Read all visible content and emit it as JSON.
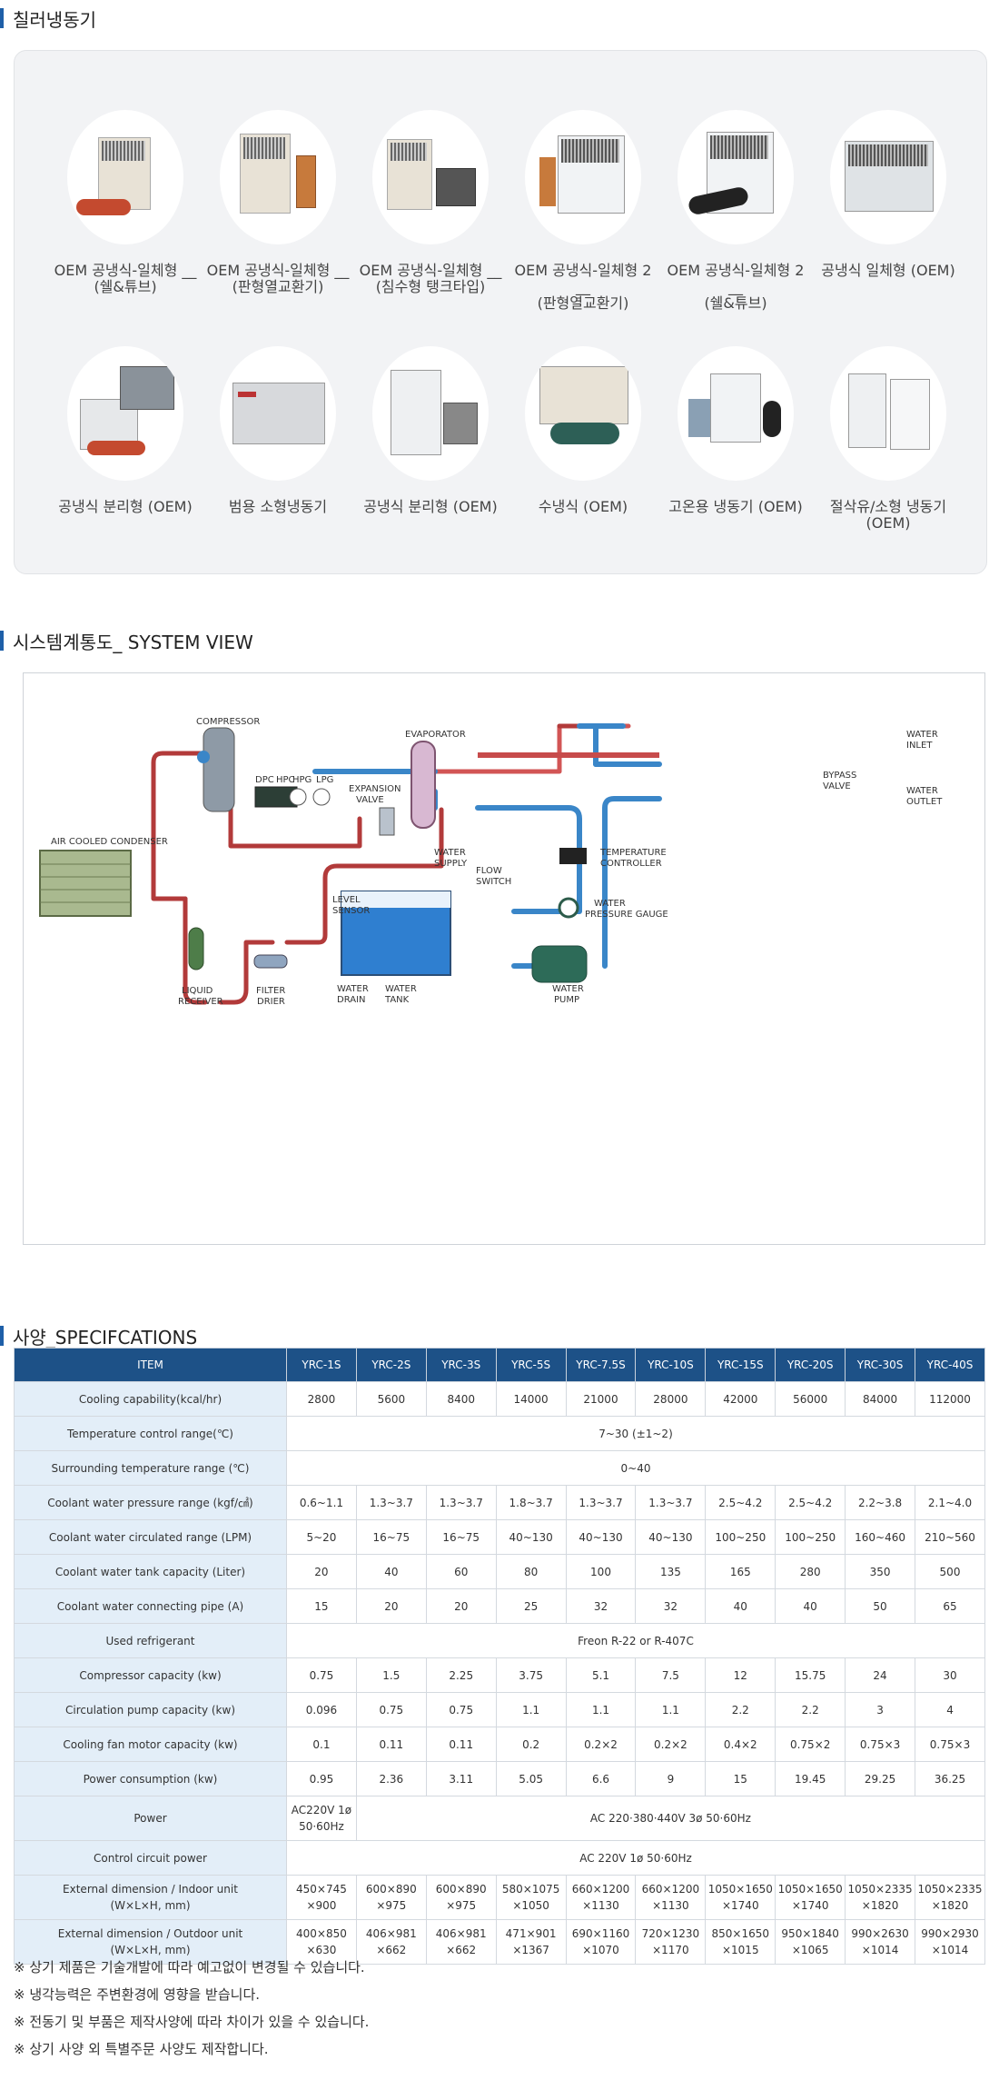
{
  "sections": {
    "chiller": "칠러냉동기",
    "system": "시스템계통도_ SYSTEM VIEW",
    "spec": "사양_SPECIFCATIONS"
  },
  "products": [
    {
      "name": "OEM 공냉식-일체형 __\n(쉘&튜브)",
      "icon": "chiller-shell-tube"
    },
    {
      "name": "OEM 공냉식-일체형 __\n(판형열교환기)",
      "icon": "chiller-plate-hx"
    },
    {
      "name": "OEM 공냉식-일체형 __\n(침수형 탱크타입)",
      "icon": "chiller-immersion-tank"
    },
    {
      "name": "OEM 공냉식-일체형 2 __\n(판형열교환기)",
      "icon": "chiller-plate-hx-2"
    },
    {
      "name": "OEM 공냉식-일체형 2 __\n(쉘&튜브)",
      "icon": "chiller-shell-tube-2"
    },
    {
      "name": "공냉식 일체형 (OEM)",
      "icon": "chiller-air-integrated"
    },
    {
      "name": "공냉식 분리형 (OEM)",
      "icon": "chiller-split"
    },
    {
      "name": "범용 소형냉동기",
      "icon": "chiller-small"
    },
    {
      "name": "공냉식 분리형 (OEM)",
      "icon": "chiller-split-2"
    },
    {
      "name": "수냉식 (OEM)",
      "icon": "chiller-water-cooled"
    },
    {
      "name": "고온용 냉동기 (OEM)",
      "icon": "chiller-high-temp"
    },
    {
      "name": "절삭유/소형 냉동기\n(OEM)",
      "icon": "chiller-cutting-oil"
    }
  ],
  "diagram": {
    "labels": {
      "compressor": "COMPRESSOR",
      "evaporator": "EVAPORATOR",
      "water_inlet_1": "WATER",
      "water_inlet_2": "INLET",
      "water_outlet_1": "WATER",
      "water_outlet_2": "OUTLET",
      "bypass_1": "BYPASS",
      "bypass_2": "VALVE",
      "dpc": "DPC",
      "hpc": "HPC",
      "hpg": "HPG",
      "lpg": "LPG",
      "exp_1": "EXPANSION",
      "exp_2": "VALVE",
      "condenser": "AIR COOLED CONDENSER",
      "temp_ctrl_1": "TEMPERATURE",
      "temp_ctrl_2": "CONTROLLER",
      "water_supply_1": "WATER",
      "water_supply_2": "SUPPLY",
      "flow_1": "FLOW",
      "flow_2": "SWITCH",
      "level_1": "LEVEL",
      "level_2": "SENSOR",
      "gauge_1": "WATER",
      "gauge_2": "PRESSURE GAUGE",
      "liquid_1": "LIQUID",
      "liquid_2": "RECEIVER",
      "filter_1": "FILTER",
      "filter_2": "DRIER",
      "drain_1": "WATER",
      "drain_2": "DRAIN",
      "tank_1": "WATER",
      "tank_2": "TANK",
      "pump_1": "WATER",
      "pump_2": "PUMP"
    }
  },
  "spec": {
    "header_item": "ITEM",
    "models": [
      "YRC-1S",
      "YRC-2S",
      "YRC-3S",
      "YRC-5S",
      "YRC-7.5S",
      "YRC-10S",
      "YRC-15S",
      "YRC-20S",
      "YRC-30S",
      "YRC-40S"
    ],
    "rows": [
      {
        "label": "Cooling capability(kcal/hr)",
        "cells": [
          {
            "v": "2800"
          },
          {
            "v": "5600"
          },
          {
            "v": "8400"
          },
          {
            "v": "14000"
          },
          {
            "v": "21000"
          },
          {
            "v": "28000"
          },
          {
            "v": "42000"
          },
          {
            "v": "56000"
          },
          {
            "v": "84000"
          },
          {
            "v": "112000"
          }
        ]
      },
      {
        "label": "Temperature control range(℃)",
        "cells": [
          {
            "v": "7~30 (±1~2)",
            "span": 10
          }
        ]
      },
      {
        "label": "Surrounding temperature range (℃)",
        "cells": [
          {
            "v": "0~40",
            "span": 10
          }
        ]
      },
      {
        "label": "Coolant water pressure range (kgf/㎠)",
        "cells": [
          {
            "v": "0.6~1.1"
          },
          {
            "v": "1.3~3.7"
          },
          {
            "v": "1.3~3.7"
          },
          {
            "v": "1.8~3.7"
          },
          {
            "v": "1.3~3.7"
          },
          {
            "v": "1.3~3.7"
          },
          {
            "v": "2.5~4.2"
          },
          {
            "v": "2.5~4.2"
          },
          {
            "v": "2.2~3.8"
          },
          {
            "v": "2.1~4.0"
          }
        ]
      },
      {
        "label": "Coolant water circulated range (LPM)",
        "cells": [
          {
            "v": "5~20"
          },
          {
            "v": "16~75"
          },
          {
            "v": "16~75"
          },
          {
            "v": "40~130"
          },
          {
            "v": "40~130"
          },
          {
            "v": "40~130"
          },
          {
            "v": "100~250"
          },
          {
            "v": "100~250"
          },
          {
            "v": "160~460"
          },
          {
            "v": "210~560"
          }
        ]
      },
      {
        "label": "Coolant water tank capacity (Liter)",
        "cells": [
          {
            "v": "20"
          },
          {
            "v": "40"
          },
          {
            "v": "60"
          },
          {
            "v": "80"
          },
          {
            "v": "100"
          },
          {
            "v": "135"
          },
          {
            "v": "165"
          },
          {
            "v": "280"
          },
          {
            "v": "350"
          },
          {
            "v": "500"
          }
        ]
      },
      {
        "label": "Coolant water connecting pipe (A)",
        "cells": [
          {
            "v": "15"
          },
          {
            "v": "20"
          },
          {
            "v": "20"
          },
          {
            "v": "25"
          },
          {
            "v": "32"
          },
          {
            "v": "32"
          },
          {
            "v": "40"
          },
          {
            "v": "40"
          },
          {
            "v": "50"
          },
          {
            "v": "65"
          }
        ]
      },
      {
        "label": "Used refrigerant",
        "cells": [
          {
            "v": "Freon R-22 or R-407C",
            "span": 10
          }
        ]
      },
      {
        "label": "Compressor capacity (kw)",
        "cells": [
          {
            "v": "0.75"
          },
          {
            "v": "1.5"
          },
          {
            "v": "2.25"
          },
          {
            "v": "3.75"
          },
          {
            "v": "5.1"
          },
          {
            "v": "7.5"
          },
          {
            "v": "12"
          },
          {
            "v": "15.75"
          },
          {
            "v": "24"
          },
          {
            "v": "30"
          }
        ]
      },
      {
        "label": "Circulation pump capacity (kw)",
        "cells": [
          {
            "v": "0.096"
          },
          {
            "v": "0.75"
          },
          {
            "v": "0.75"
          },
          {
            "v": "1.1"
          },
          {
            "v": "1.1"
          },
          {
            "v": "1.1"
          },
          {
            "v": "2.2"
          },
          {
            "v": "2.2"
          },
          {
            "v": "3"
          },
          {
            "v": "4"
          }
        ]
      },
      {
        "label": "Cooling fan motor capacity (kw)",
        "cells": [
          {
            "v": "0.1"
          },
          {
            "v": "0.11"
          },
          {
            "v": "0.11"
          },
          {
            "v": "0.2"
          },
          {
            "v": "0.2×2"
          },
          {
            "v": "0.2×2"
          },
          {
            "v": "0.4×2"
          },
          {
            "v": "0.75×2"
          },
          {
            "v": "0.75×3"
          },
          {
            "v": "0.75×3"
          }
        ]
      },
      {
        "label": "Power consumption (kw)",
        "cells": [
          {
            "v": "0.95"
          },
          {
            "v": "2.36"
          },
          {
            "v": "3.11"
          },
          {
            "v": "5.05"
          },
          {
            "v": "6.6"
          },
          {
            "v": "9"
          },
          {
            "v": "15"
          },
          {
            "v": "19.45"
          },
          {
            "v": "29.25"
          },
          {
            "v": "36.25"
          }
        ]
      },
      {
        "label": "Power",
        "tall": true,
        "cells": [
          {
            "v": "AC220V 1ø\n50·60Hz"
          },
          {
            "v": "AC 220·380·440V 3ø 50·60Hz",
            "span": 9
          }
        ]
      },
      {
        "label": "Control circuit power",
        "cells": [
          {
            "v": "AC 220V 1ø 50·60Hz",
            "span": 10
          }
        ]
      },
      {
        "label": "External dimension / Indoor unit\n(W×L×H, mm)",
        "tall": true,
        "cells": [
          {
            "v": "450×745\n×900"
          },
          {
            "v": "600×890\n×975"
          },
          {
            "v": "600×890\n×975"
          },
          {
            "v": "580×1075\n×1050"
          },
          {
            "v": "660×1200\n×1130"
          },
          {
            "v": "660×1200\n×1130"
          },
          {
            "v": "1050×1650\n×1740"
          },
          {
            "v": "1050×1650\n×1740"
          },
          {
            "v": "1050×2335\n×1820"
          },
          {
            "v": "1050×2335\n×1820"
          }
        ]
      },
      {
        "label": "External dimension / Outdoor unit\n(W×L×H, mm)",
        "tall": true,
        "cells": [
          {
            "v": "400×850\n×630"
          },
          {
            "v": "406×981\n×662"
          },
          {
            "v": "406×981\n×662"
          },
          {
            "v": "471×901\n×1367"
          },
          {
            "v": "690×1160\n×1070"
          },
          {
            "v": "720×1230\n×1170"
          },
          {
            "v": "850×1650\n×1015"
          },
          {
            "v": "950×1840\n×1065"
          },
          {
            "v": "990×2630\n×1014"
          },
          {
            "v": "990×2930\n×1014"
          }
        ]
      }
    ]
  },
  "notes": [
    "※ 상기 제품은 기술개발에 따라 예고없이 변경될 수 있습니다.",
    "※ 냉각능력은 주변환경에 영향을 받습니다.",
    "※ 전동기 및 부품은 제작사양에 따라 차이가 있을 수 있습니다.",
    "※ 상기 사양 외 특별주문 사양도 제작합니다."
  ],
  "colors": {
    "accent": "#1d5187",
    "hot_pipe": "#b23a3a",
    "cold_pipe": "#3a86c8",
    "water": "#2f7fd0"
  }
}
